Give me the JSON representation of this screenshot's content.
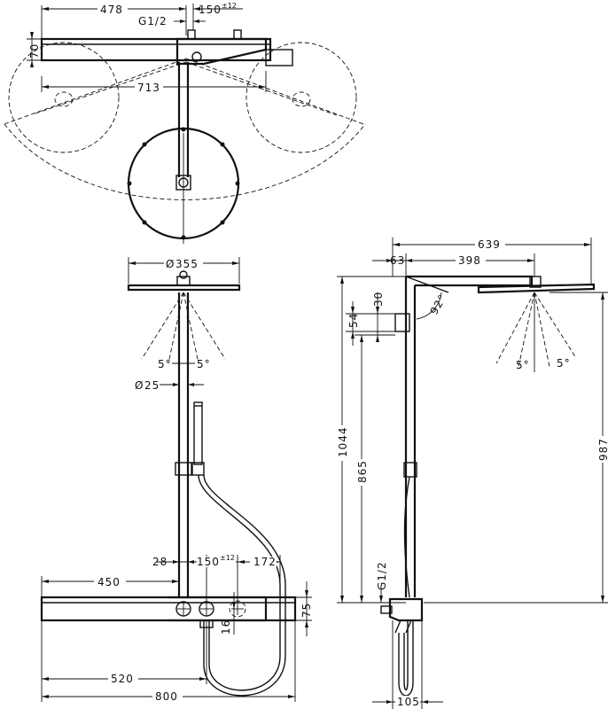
{
  "top_view": {
    "dim_478": "478",
    "dim_g12": "G1/2",
    "dim_150": "150",
    "tol_150": "±12",
    "dim_70": "70",
    "dim_713": "713"
  },
  "front_view": {
    "dim_355": "355",
    "angle_left": "5°",
    "angle_right": "5°",
    "dim_25": "25",
    "dim_28": "28",
    "dim_150": "150",
    "tol_150": "±12",
    "dim_172": "172",
    "dim_450": "450",
    "dim_75": "75",
    "dim_16": "16",
    "dim_520": "520",
    "dim_800": "800",
    "diameter_symbol": "Ø"
  },
  "side_view": {
    "dim_639": "639",
    "dim_63": "63",
    "dim_398": "398",
    "dim_30": "30",
    "angle_92": "92°",
    "dim_54": "54",
    "dim_1044": "1044",
    "dim_865": "865",
    "dim_987": "987",
    "dim_g12": "G1/2",
    "angle_left": "5°",
    "angle_right": "5°",
    "dim_105": "105"
  }
}
